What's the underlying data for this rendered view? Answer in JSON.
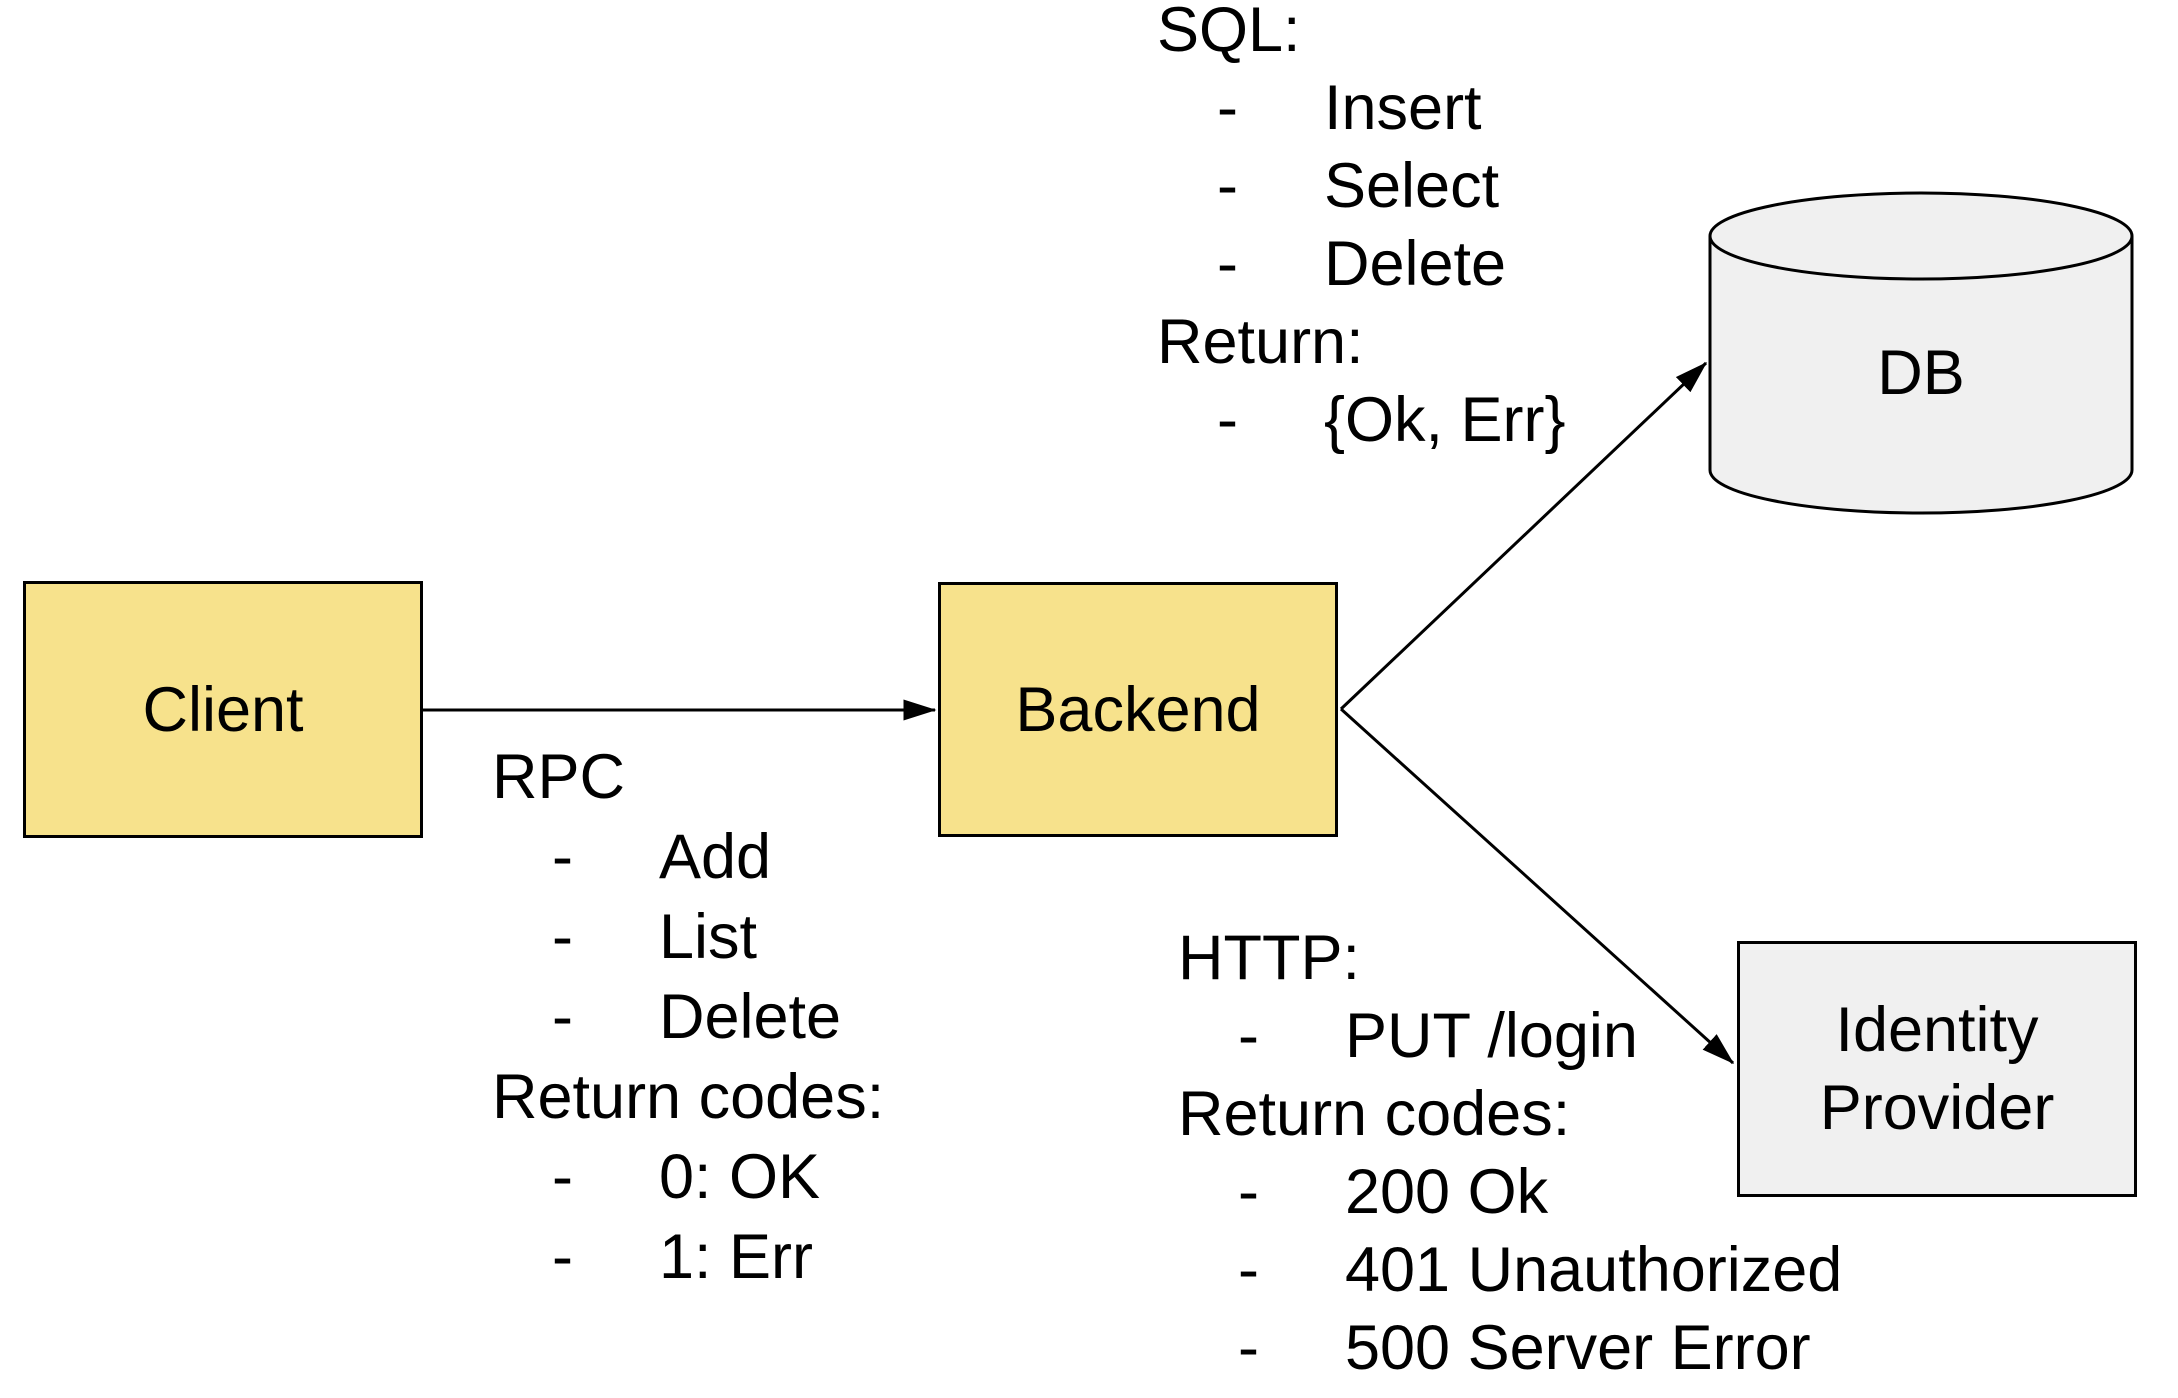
{
  "nodes": {
    "client": {
      "label": "Client"
    },
    "backend": {
      "label": "Backend"
    },
    "db": {
      "label": "DB"
    },
    "idp": {
      "label": "Identity Provider"
    }
  },
  "annotations": {
    "rpc": {
      "title": "RPC",
      "bullet": "-",
      "items": [
        "Add",
        "List",
        "Delete"
      ],
      "return_label": "Return codes:",
      "return_items": [
        "0: OK",
        "1: Err"
      ]
    },
    "sql": {
      "title": "SQL:",
      "bullet": "-",
      "items": [
        "Insert",
        "Select",
        "Delete"
      ],
      "return_label": "Return:",
      "return_items": [
        "{Ok, Err}"
      ]
    },
    "http": {
      "title": "HTTP:",
      "bullet": "-",
      "items": [
        "PUT /login"
      ],
      "return_label": "Return codes:",
      "return_items": [
        "200 Ok",
        "401 Unauthorized",
        "500 Server Error"
      ]
    }
  },
  "colors": {
    "node_fill_yellow": "#F7E28C",
    "node_fill_gray": "#F0F0F0",
    "stroke": "#000000",
    "background": "#FFFFFF"
  }
}
